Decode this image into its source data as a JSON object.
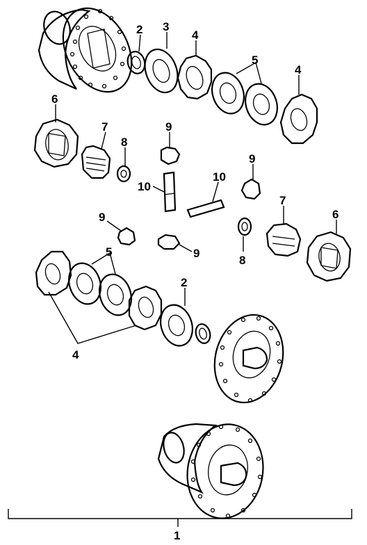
{
  "callouts": {
    "top_washer_2": "2",
    "top_clutch_3": "3",
    "top_plate_4a": "4",
    "top_disc_5": "5",
    "top_plate_4b": "4",
    "left_ring_6": "6",
    "left_gear_7": "7",
    "left_washer_8": "8",
    "top_pinion_9": "9",
    "shaft_10a": "10",
    "shaft_10b": "10",
    "right_pinion_9": "9",
    "left_pinion_9": "9",
    "center_pinion_9": "9",
    "right_gear_7": "7",
    "right_ring_6": "6",
    "right_washer_8": "8",
    "lower_disc_5": "5",
    "lower_washer_2": "2",
    "lower_plate_4": "4",
    "assembly_1": "1"
  }
}
